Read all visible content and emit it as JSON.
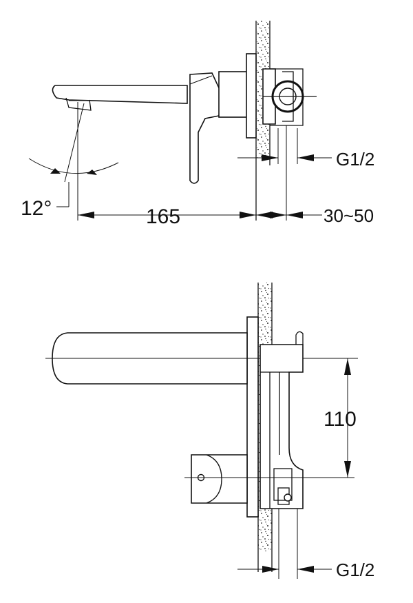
{
  "side_view": {
    "angle_label": "12°",
    "length_label": "165",
    "depth_label": "30~50",
    "thread_label": "G1/2"
  },
  "front_view": {
    "height_label": "110",
    "thread_label": "G1/2"
  }
}
